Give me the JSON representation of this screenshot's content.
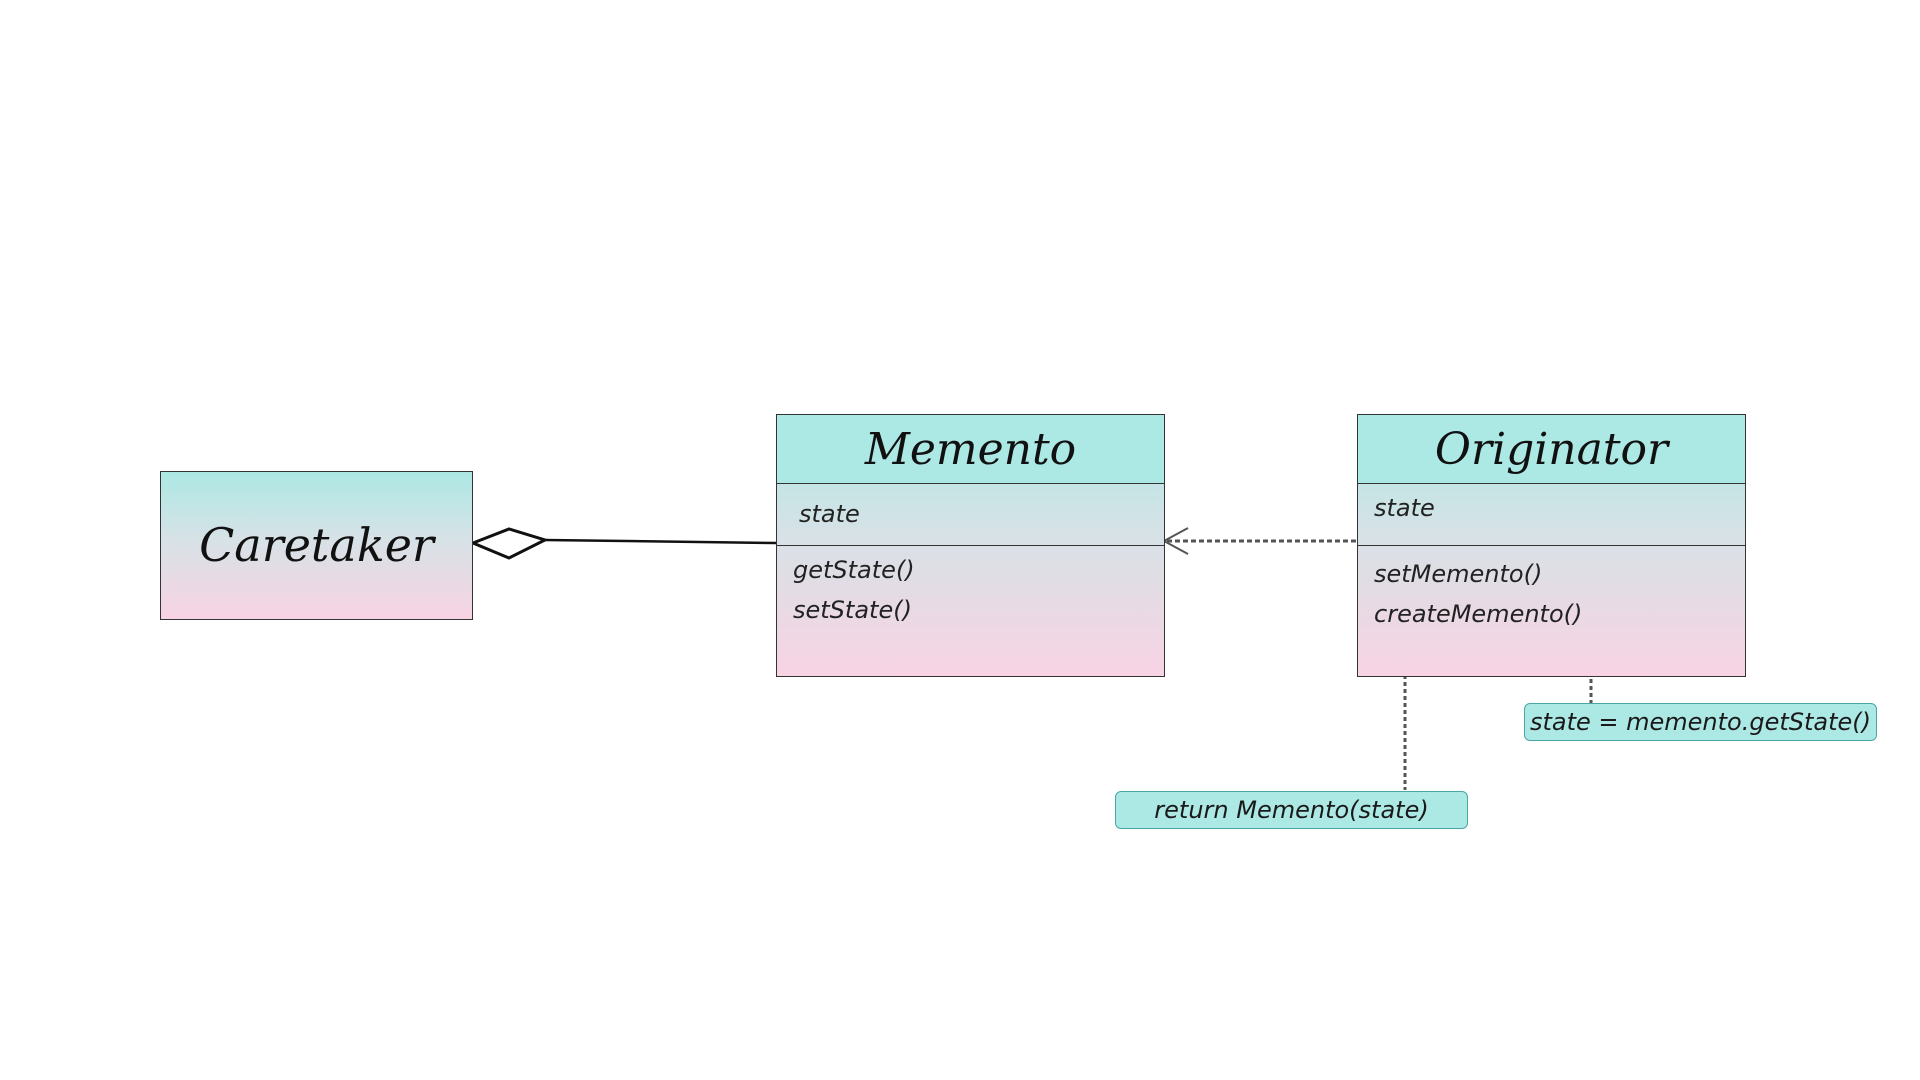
{
  "classes": {
    "caretaker": {
      "name": "Caretaker"
    },
    "memento": {
      "name": "Memento",
      "attributes": [
        "state"
      ],
      "methods": [
        "getState()",
        "setState()"
      ]
    },
    "originator": {
      "name": "Originator",
      "attributes": [
        "state"
      ],
      "methods": [
        "setMemento()",
        "createMemento()"
      ]
    }
  },
  "notes": {
    "set_memento": "state = memento.getState()",
    "create_memento": "return Memento(state)"
  },
  "relations": [
    {
      "from": "caretaker",
      "to": "memento",
      "type": "aggregation"
    },
    {
      "from": "originator",
      "to": "memento",
      "type": "dependency"
    }
  ],
  "colors": {
    "header": "#ace8e4",
    "gradient_end": "#f8d3e3",
    "border": "#333333",
    "note_fill": "#ace8e4"
  }
}
